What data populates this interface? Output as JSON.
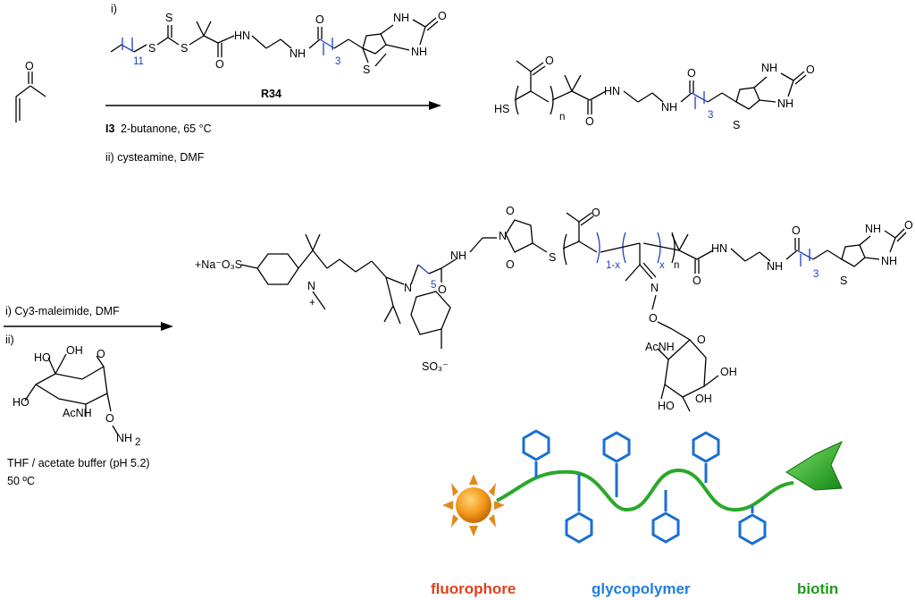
{
  "step1": {
    "label_i": "i)",
    "agent": "R34",
    "conditions": "2-butanone, 65 °C",
    "initiator": "I3",
    "label_ii": "ii) cysteamine, DMF"
  },
  "step2": {
    "label_i": "i) Cy3-maleimide, DMF",
    "label_ii": "ii)",
    "conditions_line1": "THF / acetate buffer (pH 5.2)",
    "conditions_line2": "50 ºC"
  },
  "atoms": {
    "O": "O",
    "S": "S",
    "HS": "HS",
    "NH": "NH",
    "HN": "HN",
    "N": "N",
    "OH": "OH",
    "HO": "HO",
    "AcNH": "AcNH",
    "NH2": "NH",
    "na_so3": "+Na⁻O₃S",
    "so3": "SO₃⁻",
    "plus": "+"
  },
  "subscripts": {
    "n": "n",
    "s11": "11",
    "s3": "3",
    "s5": "5",
    "x": "x",
    "one_minus_x": "1-x"
  },
  "legend": [
    {
      "label": "fluorophore",
      "color": "#e0401c"
    },
    {
      "label": "glycopolymer",
      "color": "#1f7fe0"
    },
    {
      "label": "biotin",
      "color": "#1e9a1e"
    }
  ]
}
